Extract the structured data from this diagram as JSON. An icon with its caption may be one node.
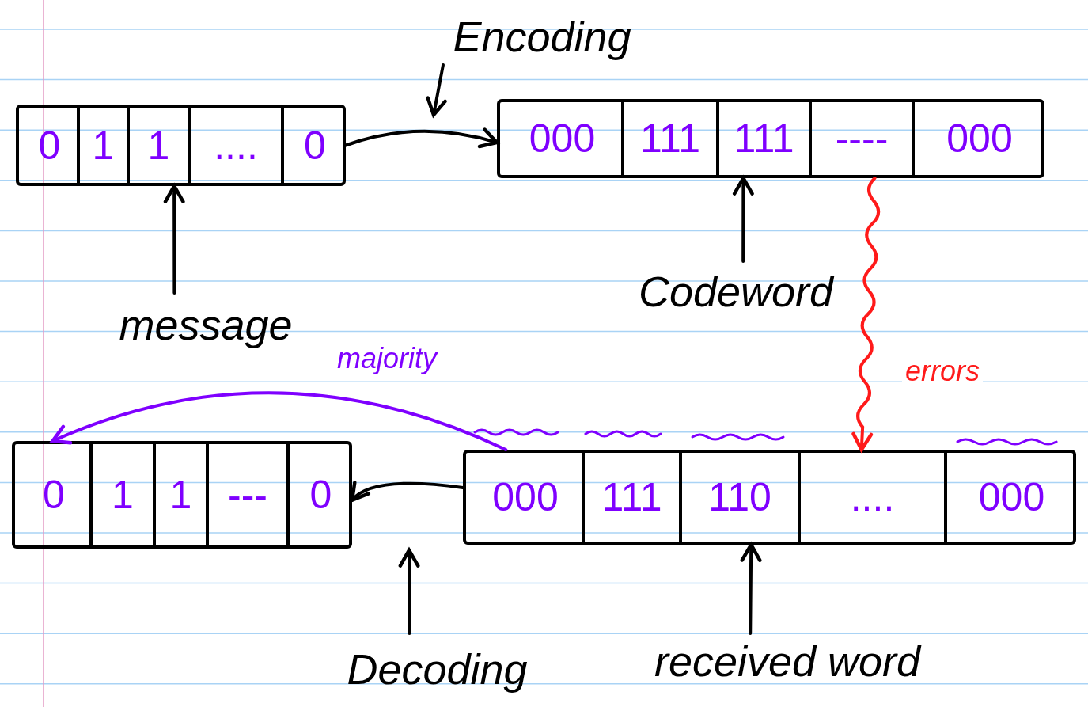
{
  "diagram": {
    "nodes": [
      {
        "text": [],
        "shape": "bar"
      },
      {
        "text": [
          "0"
        ],
        "in": 0
      },
      {
        "text": [
          "1"
        ],
        "in": 0
      },
      {
        "text": [
          "1"
        ],
        "in": 0
      },
      {
        "text": [
          "...."
        ],
        "in": 0
      },
      {
        "text": [
          "0"
        ],
        "in": 0
      },
      {
        "text": [],
        "shape": "bar"
      },
      {
        "text": [
          "000"
        ],
        "in": 6
      },
      {
        "text": [
          "111"
        ],
        "in": 6
      },
      {
        "text": [
          "111"
        ],
        "in": 6
      },
      {
        "text": [
          "----"
        ],
        "in": 6
      },
      {
        "text": [
          "000"
        ],
        "in": 6
      },
      {
        "text": [],
        "shape": "bar"
      },
      {
        "text": [
          "000"
        ],
        "in": 12
      },
      {
        "text": [
          "111"
        ],
        "in": 12
      },
      {
        "text": [
          "110"
        ],
        "in": 12
      },
      {
        "text": [
          "...."
        ],
        "in": 12
      },
      {
        "text": [
          "000"
        ],
        "in": 12
      },
      {
        "text": [],
        "shape": "bar"
      },
      {
        "text": [
          "0"
        ],
        "in": 18
      },
      {
        "text": [
          "1"
        ],
        "in": 18
      },
      {
        "text": [
          "1"
        ],
        "in": 18
      },
      {
        "text": [
          "---"
        ],
        "in": 18
      },
      {
        "text": [
          "0"
        ],
        "in": 18
      },
      {
        "text": [
          "Encoding"
        ]
      },
      {
        "text": [
          "Codeword"
        ]
      },
      {
        "text": [
          "message"
        ]
      },
      {
        "text": [
          "Decoding"
        ]
      },
      {
        "text": [
          "received word"
        ]
      }
    ],
    "edges": [
      {
        "from": 0,
        "to": 6,
        "arrow": "to"
      },
      {
        "from": 24,
        "to": null,
        "arrow": "to"
      },
      {
        "from": 26,
        "to": 0,
        "arrow": "to"
      },
      {
        "from": 25,
        "to": 6,
        "arrow": "to"
      },
      {
        "from": 6,
        "to": 12,
        "arrow": "to",
        "label": "errors",
        "color": "#ff1a1a"
      },
      {
        "from": 12,
        "to": 18,
        "arrow": "to"
      },
      {
        "from": 27,
        "to": null,
        "arrow": "to"
      },
      {
        "from": 28,
        "to": 12,
        "arrow": "to"
      },
      {
        "from": 12,
        "to": 18,
        "arrow": "to",
        "label": "majority",
        "color": "#7f00ff"
      }
    ]
  }
}
